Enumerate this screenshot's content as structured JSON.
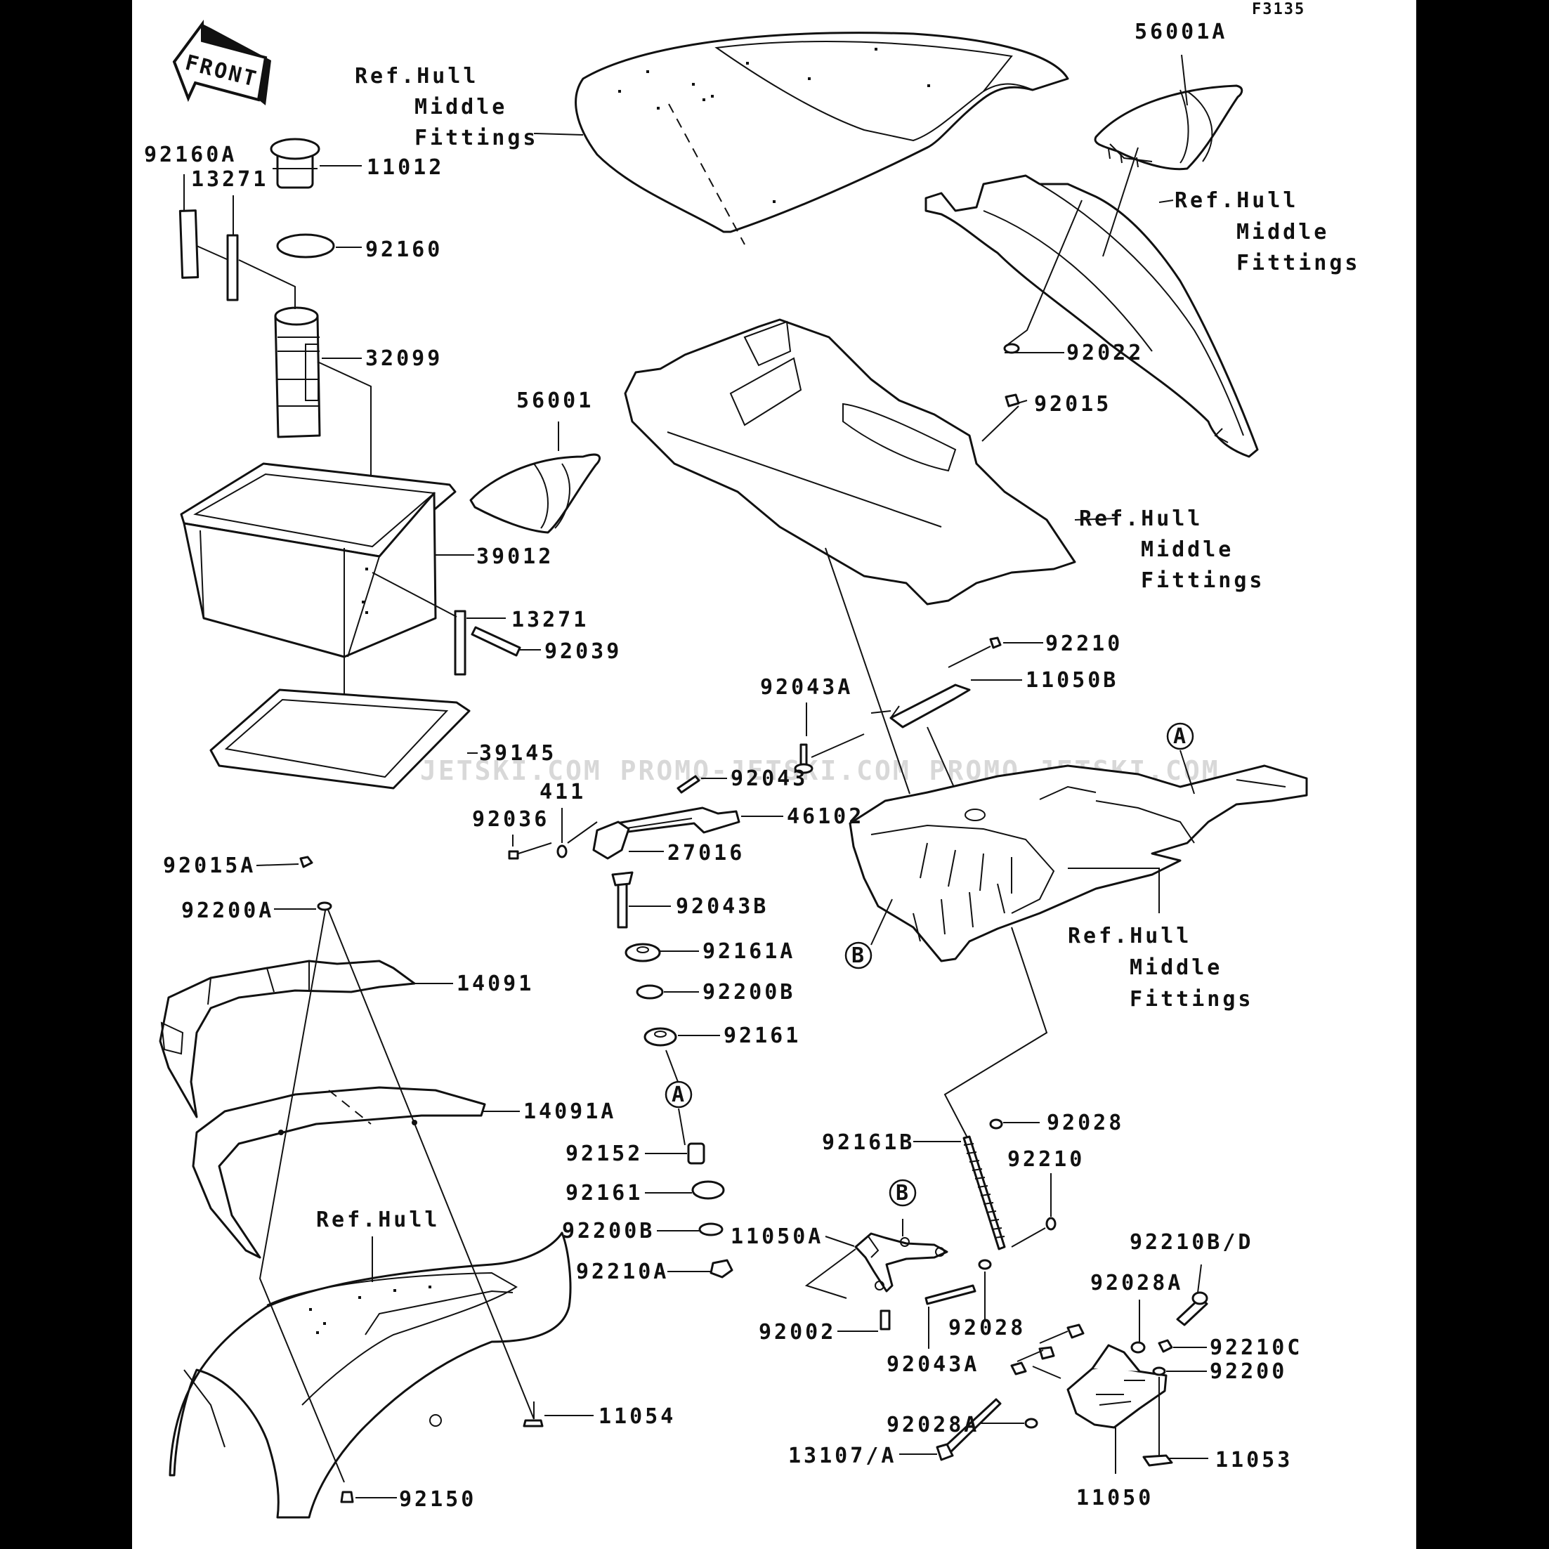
{
  "figure_code": "F3135",
  "front_label": "FRONT",
  "watermark": "JETSKI.COM  PROMO-JETSKI.COM  PROMO-JETSKI.COM",
  "callouts": {
    "ref_hull": "Ref.Hull",
    "middle": "Middle",
    "fittings": "Fittings",
    "A": "A",
    "B": "B"
  },
  "parts": {
    "p56001A": "56001A",
    "p92160A": "92160A",
    "p13271a": "13271",
    "p11012": "11012",
    "p92160": "92160",
    "p32099": "32099",
    "p56001": "56001",
    "p39012": "39012",
    "p13271b": "13271",
    "p92039": "92039",
    "p39145": "39145",
    "p92022": "92022",
    "p92015": "92015",
    "p92210": "92210",
    "p11050B": "11050B",
    "p92043A": "92043A",
    "p92043": "92043",
    "p411": "411",
    "p92036": "92036",
    "p46102": "46102",
    "p27016": "27016",
    "p92015A": "92015A",
    "p92043B": "92043B",
    "p92200A": "92200A",
    "p92161A": "92161A",
    "p92200B": "92200B",
    "p14091": "14091",
    "p92161": "92161",
    "p14091A": "14091A",
    "p92152": "92152",
    "p92161b": "92161",
    "p92200Bb": "92200B",
    "p92210A": "92210A",
    "p11050A": "11050A",
    "p92161B": "92161B",
    "p92028": "92028",
    "p92210b": "92210",
    "p92210BD": "92210B/D",
    "p92028A": "92028A",
    "p92210C": "92210C",
    "p92200": "92200",
    "p92002": "92002",
    "p92043Ab": "92043A",
    "p92028b": "92028",
    "p92028Ab": "92028A",
    "p11053": "11053",
    "p13107A": "13107/A",
    "p11050": "11050",
    "p11054": "11054",
    "p92150": "92150"
  }
}
